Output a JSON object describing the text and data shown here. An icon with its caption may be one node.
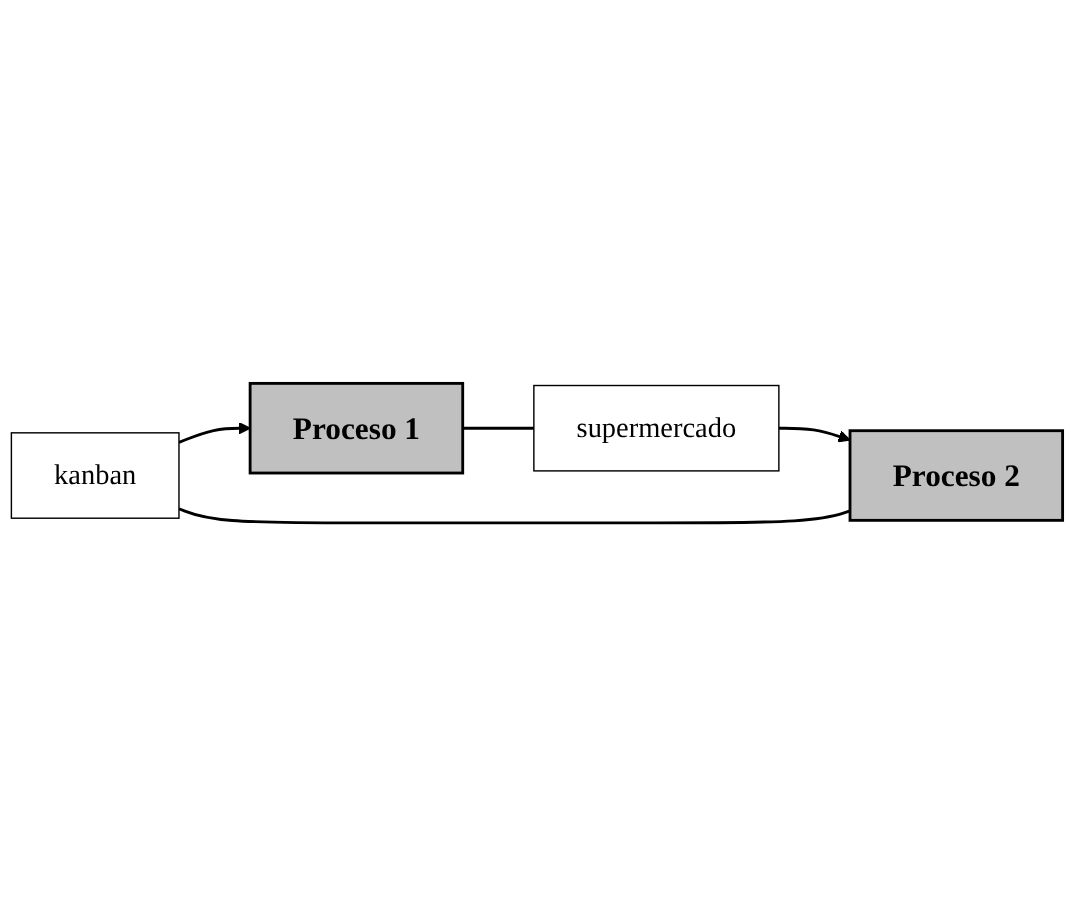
{
  "diagram": {
    "nodes": [
      {
        "text": [
          "kanban"
        ]
      },
      {
        "text": [
          "Proceso 1"
        ]
      },
      {
        "text": [
          "Proceso 2"
        ]
      },
      {
        "text": [
          "supermercado"
        ]
      }
    ],
    "edges": [
      {
        "from": 2,
        "to": 0,
        "arrow": "none"
      },
      {
        "from": 0,
        "to": 1,
        "arrow": "to"
      },
      {
        "from": 1,
        "to": 3,
        "arrow": "none"
      },
      {
        "from": 3,
        "to": 2,
        "arrow": "to"
      }
    ]
  }
}
